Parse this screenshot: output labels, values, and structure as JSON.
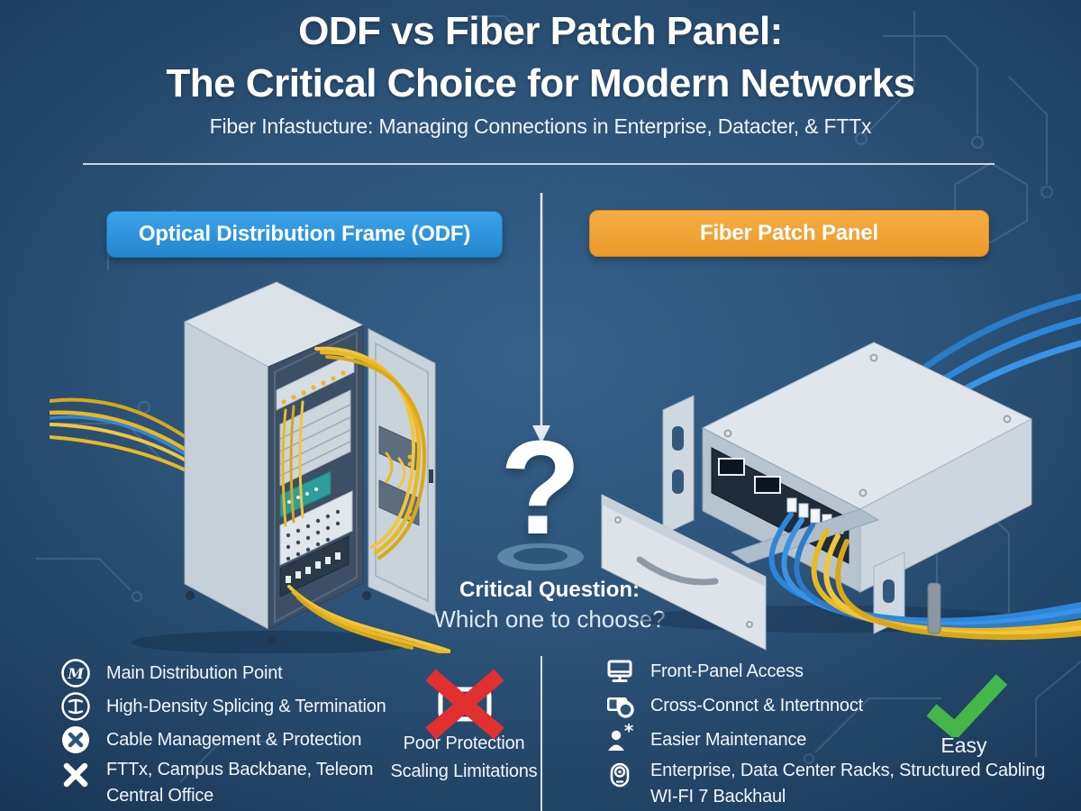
{
  "header": {
    "title_line1": "ODF vs Fiber Patch Panel:",
    "title_line2": "The Critical Choice for Modern Networks",
    "subtitle": "Fiber Infastucture: Managing Connections in Enterprise, Datacter, & FTTx"
  },
  "left": {
    "badge_label": "Optical Distribution Frame (ODF)",
    "features": [
      {
        "icon": "script-m-circle-icon",
        "text": "Main Distribution Point"
      },
      {
        "icon": "termination-circle-icon",
        "text": "High-Density Splicing & Termination"
      },
      {
        "icon": "x-circle-icon",
        "text": "Cable Management & Protection"
      },
      {
        "icon": "x-mark-icon",
        "text": "FTTx, Campus Backbane, Teleom Central Office"
      }
    ],
    "verdict": {
      "icon": "crossed-box-icon",
      "line1": "Poor Protection",
      "line2": "Scaling Limitations"
    }
  },
  "right": {
    "badge_label": "Fiber Patch Panel",
    "features": [
      {
        "icon": "monitor-icon",
        "text": "Front-Panel Access"
      },
      {
        "icon": "cross-connect-icon",
        "text": "Cross-Connct & Intertnnoct"
      },
      {
        "icon": "person-asterisk-icon",
        "text": "Easier Maintenance"
      },
      {
        "icon": "webcam-icon",
        "text": "Enterprise, Data Center Racks, Structured Cabling WI-FI 7 Backhaul"
      }
    ],
    "verdict": {
      "icon": "check-icon",
      "label": "Easy"
    }
  },
  "center": {
    "question_mark": "?",
    "question_title": "Critical Question:",
    "question_subtitle": "Which one to choose?"
  },
  "colors": {
    "background": "#2d5778",
    "badge_blue": "#2f9ae4",
    "badge_orange": "#f2a33b",
    "cross_red": "#e23030",
    "check_green": "#45b649",
    "cable_yellow": "#e9b823",
    "cable_blue": "#2e86d8"
  }
}
